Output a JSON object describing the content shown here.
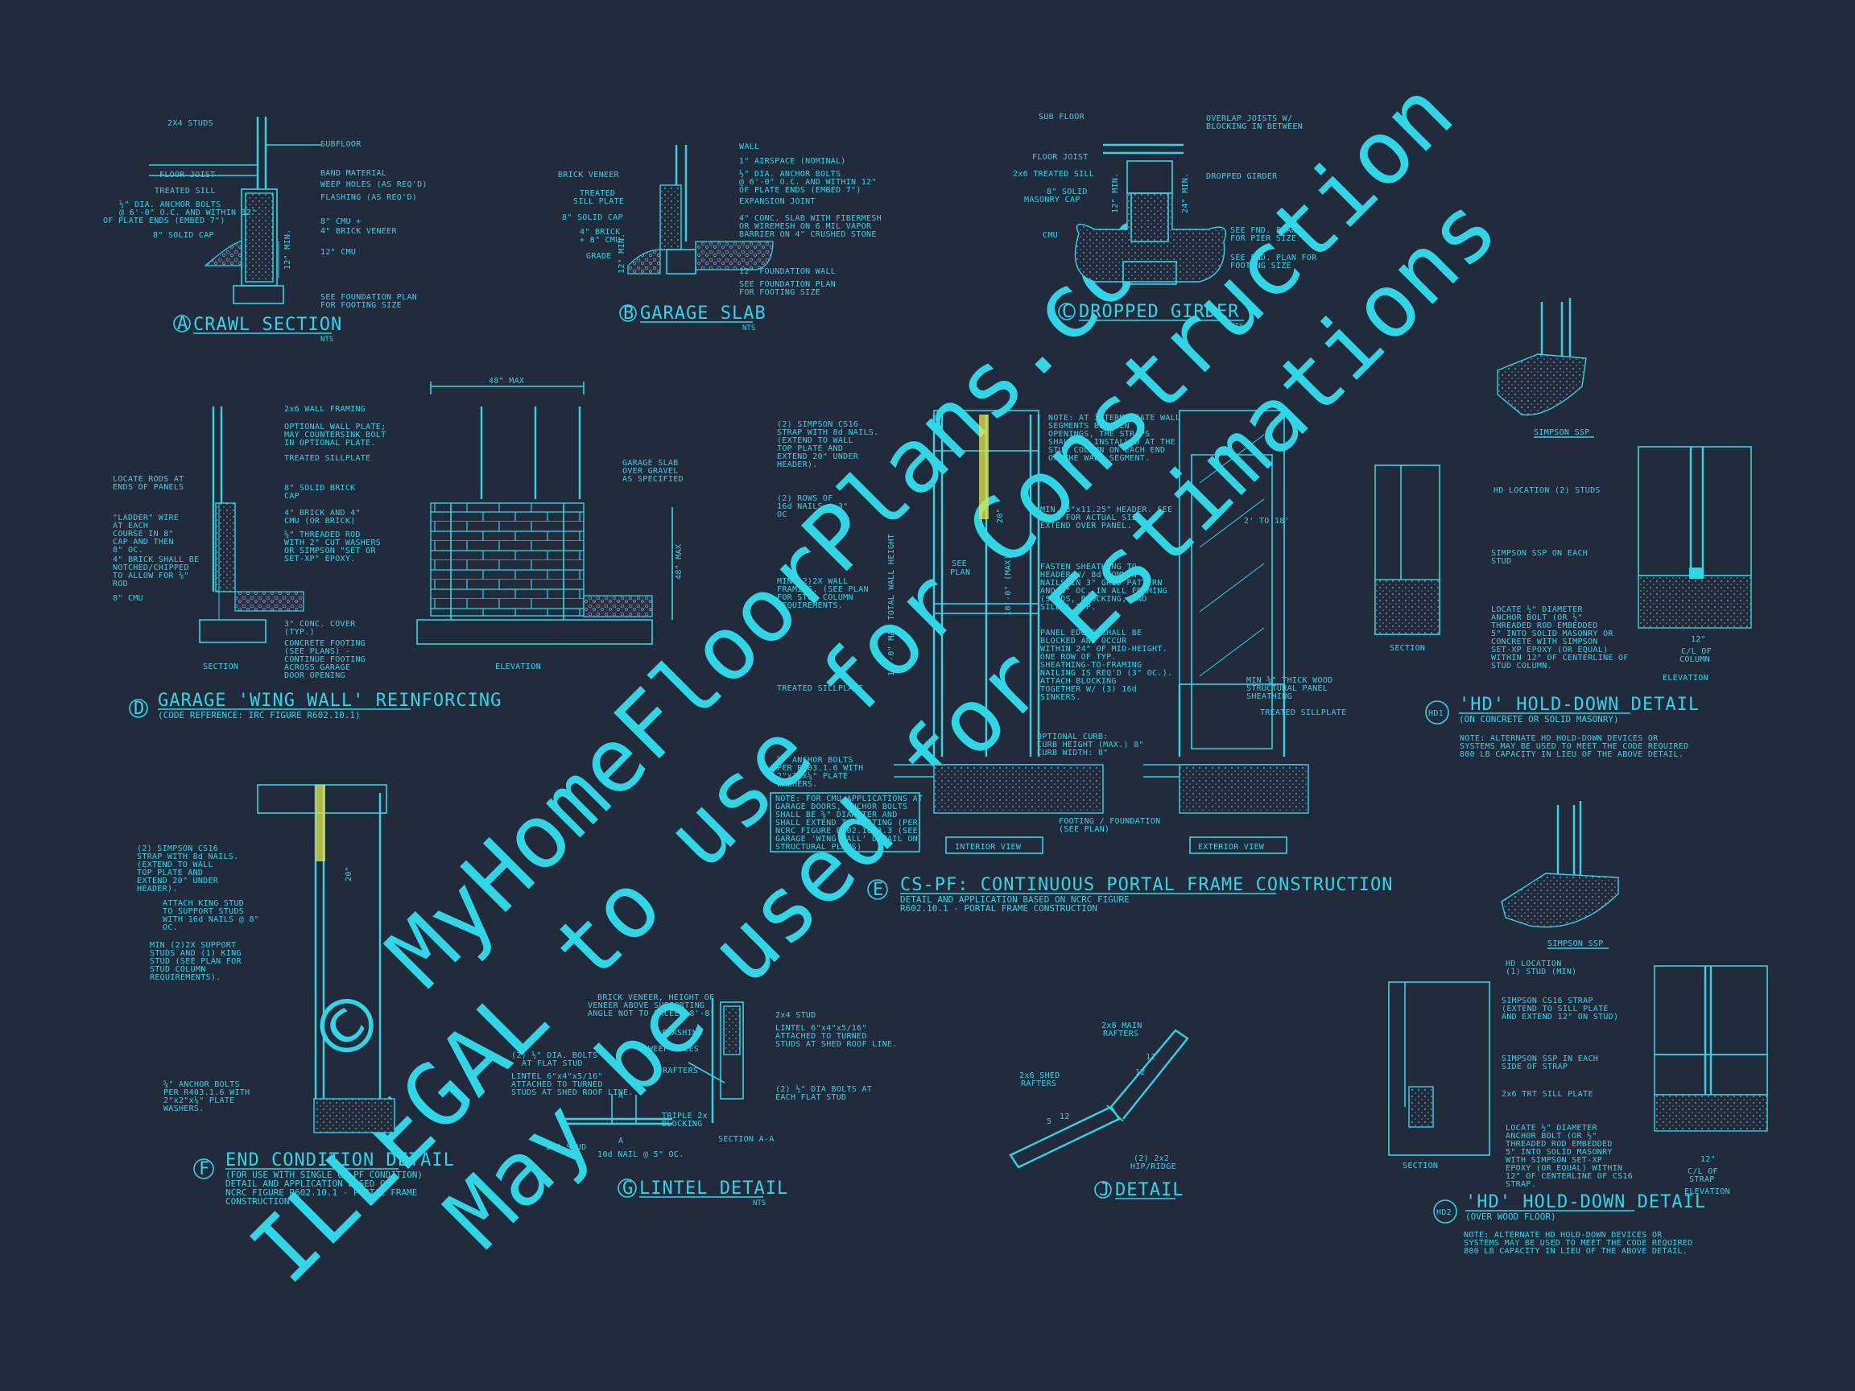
{
  "watermark": {
    "line1": "© MyHomeFloorPlans.com",
    "line2": "ILLEGAL to use for Construction",
    "line3": "May be used for Estimations"
  },
  "colors": {
    "background": "#222b3c",
    "lines": "#2fd6e6",
    "strap": "#e6e64a"
  },
  "nts": "NTS",
  "detail_a": {
    "mark": "A",
    "title": "CRAWL SECTION",
    "labels": [
      "2X4 STUDS",
      "SUBFLOOR",
      "FLOOR JOIST",
      "BAND MATERIAL",
      "TREATED SILL",
      "WEEP HOLES (AS REQ'D)",
      "½\" DIA. ANCHOR BOLTS",
      "@ 6'-0\" O.C. AND WITHIN 12\"",
      "OF PLATE ENDS (EMBED 7\")",
      "FLASHING (AS REQ'D)",
      "8\" SOLID CAP",
      "8\" CMU +",
      "4\" BRICK VENEER",
      "12\" CMU",
      "SEE FOUNDATION PLAN",
      "FOR FOOTING SIZE",
      "12\" MIN."
    ]
  },
  "detail_b": {
    "mark": "B",
    "title": "GARAGE SLAB",
    "labels": [
      "WALL",
      "BRICK VENEER",
      "1\" AIRSPACE (NOMINAL)",
      "½\" DIA. ANCHOR BOLTS",
      "@ 6'-0\" O.C. AND WITHIN 12\"",
      "OF PLATE ENDS (EMBED 7\")",
      "TREATED",
      "SILL PLATE",
      "EXPANSION JOINT",
      "8\" SOLID CAP",
      "4\" CONC. SLAB WITH FIBERMESH",
      "OR WIREMESH ON 6 MIL VAPOR",
      "BARRIER ON 4\" CRUSHED STONE",
      "4\" BRICK",
      "+ 8\" CMU",
      "GRADE",
      "12\" FOUNDATION WALL",
      "SEE FOUNDATION PLAN",
      "FOR FOOTING SIZE",
      "12\" MIN."
    ]
  },
  "detail_c": {
    "mark": "C",
    "title": "DROPPED GIRDER",
    "labels": [
      "SUB FLOOR",
      "OVERLAP JOISTS W/",
      "BLOCKING IN BETWEEN",
      "FLOOR JOIST",
      "2x6 TREATED SILL",
      "DROPPED GIRDER",
      "8\" SOLID",
      "MASONRY CAP",
      "CMU",
      "SEE FND. PLAN",
      "FOR PIER SIZE",
      "SEE FND. PLAN FOR",
      "FOOTING SIZE",
      "12\" MIN.",
      "24\" MIN."
    ]
  },
  "detail_d": {
    "mark": "D",
    "title": "GARAGE 'WING WALL' REINFORCING",
    "subtitle": "(CODE REFERENCE: IRC FIGURE R602.10.1)",
    "section_label": "SECTION",
    "elevation_label": "ELEVATION",
    "dim_top": "48\" MAX",
    "dim_side": "48\" MAX",
    "labels": [
      "2x6 WALL FRAMING",
      "OPTIONAL WALL PLATE;",
      "MAY COUNTERSINK BOLT",
      "IN OPTIONAL PLATE.",
      "TREATED SILLPLATE",
      "LOCATE RODS AT",
      "ENDS OF PANELS",
      "8\" SOLID BRICK",
      "CAP",
      "\"LADDER\" WIRE",
      "AT EACH",
      "COURSE IN 8\"",
      "CAP AND THEN",
      "8\" OC.",
      "4\" BRICK AND 4\"",
      "CMU (OR BRICK)",
      "4\" BRICK SHALL BE",
      "NOTCHED/CHIPPED",
      "TO ALLOW FOR ⅝\"",
      "ROD",
      "⅝\" THREADED ROD",
      "WITH 2\" CUT WASHERS",
      "OR SIMPSON \"SET OR",
      "SET-XP\" EPOXY.",
      "8\" CMU",
      "3\" CONC. COVER",
      "(TYP.)",
      "CONCRETE FOOTING",
      "(SEE PLANS) -",
      "CONTINUE FOOTING",
      "ACROSS GARAGE",
      "DOOR OPENING",
      "GARAGE SLAB",
      "OVER GRAVEL",
      "AS SPECIFIED"
    ]
  },
  "detail_e": {
    "mark": "E",
    "title": "CS-PF: CONTINUOUS PORTAL FRAME CONSTRUCTION",
    "subtitle1": "DETAIL AND APPLICATION BASED ON NCRC FIGURE",
    "subtitle2": "R602.10.1 - PORTAL FRAME CONSTRUCTION",
    "interior_view": "INTERIOR VIEW",
    "exterior_view": "EXTERIOR VIEW",
    "dims": [
      "20\"",
      "SEE",
      "PLAN",
      "12'-0\" MAX TOTAL WALL HEIGHT",
      "10'-0\" (MAX)",
      "2' TO 18'"
    ],
    "left_labels": [
      "(2) SIMPSON CS16",
      "STRAP WITH 8d NAILS.",
      "(EXTEND TO WALL",
      "TOP PLATE AND",
      "EXTEND 20\" UNDER",
      "HEADER).",
      "(2) ROWS OF",
      "16d NAILS @ 3\"",
      "OC",
      "MIN (2)2X WALL",
      "FRAMING. (SEE PLAN",
      "FOR STUD COLUMN",
      "REQUIREMENTS.",
      "TREATED SILLPLATE",
      "⅝\" ANCHOR BOLTS",
      "PER R403.1.6 WITH",
      "2\"x2\"x⅛\" PLATE",
      "WASHERS."
    ],
    "note_box": [
      "NOTE: FOR CMU APPLICATIONS AT",
      "GARAGE DOORS, ANCHOR BOLTS",
      "SHALL BE ⅝\" DIAMETER AND",
      "SHALL EXTEND TO FOOTING (PER",
      "NCRC FIGURE R602.10.3.3 (SEE",
      "GARAGE 'WING WALL' DETAIL ON",
      "STRUCTURAL PLANS)"
    ],
    "mid_labels": [
      "NOTE: AT INTERMEDIATE WALL",
      "SEGMENTS BETWEEN",
      "OPENINGS, THE STRAPS",
      "SHALL BE INSTALLED AT THE",
      "STUD COLUMN ON EACH END",
      "OF THE WALL SEGMENT.",
      "MIN. 3\"x11.25\" HEADER. SEE",
      "PLAN FOR ACTUAL SIZE.",
      "EXTEND OVER PANEL.",
      "FASTEN SHEATHING TO",
      "HEADER W/ 8d COMMON",
      "NAILS IN 3\" GRID PATTERN",
      "AND 3\" OC. IN ALL FRAMING",
      "(STUDS, BLOCKING, AND",
      "SILLS) TYP.",
      "PANEL EDGES SHALL BE",
      "BLOCKED AND OCCUR",
      "WITHIN 24\" OF MID-HEIGHT.",
      "ONE ROW OF TYP.",
      "SHEATHING-TO-FRAMING",
      "NAILING IS REQ'D (3\" OC.).",
      "ATTACH BLOCKING",
      "TOGETHER W/ (3) 16d",
      "SINKERS.",
      "OPTIONAL CURB:",
      "CURB HEIGHT (MAX.) 8\"",
      "CURB WIDTH: 8\"",
      "FOOTING / FOUNDATION",
      "(SEE PLAN)"
    ],
    "right_labels": [
      "MIN ⅜\" THICK WOOD",
      "STRUCTURAL PANEL",
      "SHEATHING",
      "TREATED SILLPLATE"
    ]
  },
  "detail_f": {
    "mark": "F",
    "title": "END CONDITION DETAIL",
    "subtitle": [
      "(FOR USE WITH SINGLE CS-PF CONDITION)",
      "DETAIL AND APPLICATION BASED ON",
      "NCRC FIGURE R602.10.1 - PORTAL FRAME",
      "CONSTRUCTION"
    ],
    "labels": [
      "(2) SIMPSON CS16",
      "STRAP WITH 8d NAILS.",
      "(EXTEND TO WALL",
      "TOP PLATE AND",
      "EXTEND 20\" UNDER",
      "HEADER).",
      "ATTACH KING STUD",
      "TO SUPPORT STUDS",
      "WITH 16d NAILS @ 8\"",
      "OC.",
      "MIN (2)2X SUPPORT",
      "STUDS AND (1) KING",
      "STUD (SEE PLAN FOR",
      "STUD COLUMN",
      "REQUIREMENTS).",
      "⅝\" ANCHOR BOLTS",
      "PER R403.1.6 WITH",
      "2\"x2\"x⅛\" PLATE",
      "WASHERS.",
      "20\""
    ]
  },
  "detail_g": {
    "mark": "G",
    "title": "LINTEL DETAIL",
    "section_label": "SECTION A-A",
    "labels": [
      "BRICK VENEER, HEIGHT OF",
      "VENEER ABOVE SUPPORTING",
      "ANGLE NOT TO EXCEED 8'-8\"",
      "2x4 STUD",
      "FLASHING",
      "LINTEL 6\"x4\"x5/16\"",
      "ATTACHED TO TURNED",
      "STUDS AT SHED ROOF LINE.",
      "(2) ½\" DIA. BOLTS",
      "AT FLAT STUD",
      "WEEP HOLES",
      "LINTEL 6\"x4\"x5/16\"",
      "ATTACHED TO TURNED",
      "STUDS AT SHED ROOF LINE.",
      "RAFTERS",
      "(2) ½\" DIA BOLTS AT",
      "EACH FLAT STUD",
      "TRIPLE 2x",
      "BLOCKING",
      "2x4 STUD",
      "10d NAIL @ 5\" OC.",
      "A",
      "A"
    ]
  },
  "detail_j": {
    "mark": "J",
    "title": "DETAIL",
    "labels": [
      "2x8 MAIN",
      "RAFTERS",
      "2x6 SHED",
      "RAFTERS",
      "(2) 2x2",
      "HIP/RIDGE",
      "12",
      "12",
      "5",
      "12"
    ]
  },
  "detail_hd1": {
    "mark": "HD1",
    "title": "'HD' HOLD-DOWN DETAIL",
    "subtitle": "(ON CONCRETE OR SOLID MASONRY)",
    "iso_label": "SIMPSON SSP",
    "section_label": "SECTION",
    "elevation_label": "ELEVATION",
    "labels": [
      "HD LOCATION (2) STUDS",
      "SIMPSON SSP ON EACH",
      "STUD",
      "LOCATE ½\" DIAMETER",
      "ANCHOR BOLT (OR ½\"",
      "THREADED ROD EMBEDDED",
      "5\" INTO SOLID MASONRY OR",
      "CONCRETE WITH SIMPSON",
      "SET-XP EPOXY (OR EQUAL)",
      "WITHIN 12\" OF CENTERLINE OF",
      "STUD COLUMN.",
      "12\"",
      "C/L OF",
      "COLUMN"
    ],
    "note": [
      "NOTE: ALTERNATE HD HOLD-DOWN DEVICES OR",
      "SYSTEMS MAY BE USED TO MEET THE CODE REQUIRED",
      "800 LB CAPACITY IN LIEU OF THE ABOVE DETAIL."
    ]
  },
  "detail_hd2": {
    "mark": "HD2",
    "title": "'HD' HOLD-DOWN DETAIL",
    "subtitle": "(OVER WOOD FLOOR)",
    "iso_label": "SIMPSON SSP",
    "section_label": "SECTION",
    "elevation_label": "ELEVATION",
    "labels": [
      "HD LOCATION",
      "(1) STUD (MIN)",
      "SIMPSON CS16 STRAP",
      "(EXTEND TO SILL PLATE",
      "AND EXTEND 12\" ON STUD)",
      "SIMPSON SSP IN EACH",
      "SIDE OF STRAP",
      "2x6 TRT SILL PLATE",
      "LOCATE ½\" DIAMETER",
      "ANCHOR BOLT (OR ½\"",
      "THREADED ROD EMBEDDED",
      "5\" INTO SOLID MASONRY",
      "WITH SIMPSON SET-XP",
      "EPOXY (OR EQUAL) WITHIN",
      "12\" OF CENTERLINE OF CS16",
      "STRAP.",
      "12\"",
      "C/L OF",
      "STRAP"
    ],
    "note": [
      "NOTE: ALTERNATE HD HOLD-DOWN DEVICES OR",
      "SYSTEMS MAY BE USED TO MEET THE CODE REQUIRED",
      "800 LB CAPACITY IN LIEU OF THE ABOVE DETAIL."
    ]
  }
}
